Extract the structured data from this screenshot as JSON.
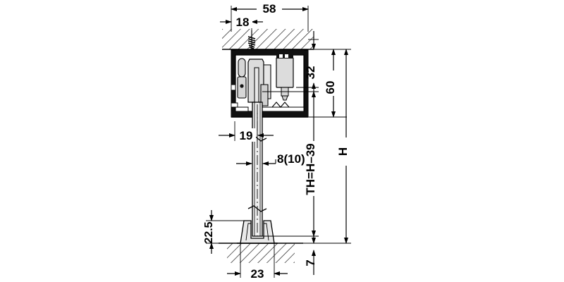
{
  "drawing": {
    "title": "Sliding door fitting cross-section",
    "type": "technical-drawing",
    "units": "mm",
    "line_color": "#000000",
    "hatch_color": "#1a1a1a",
    "profile_dark_color": "#000000",
    "fill_light_color": "#e2e2e2",
    "fill_mid_color": "#c9c9c9",
    "background": "#ffffff"
  },
  "dimensions": {
    "top": [
      {
        "id": "d58",
        "label": "58",
        "orientation": "horizontal"
      },
      {
        "id": "d18",
        "label": "18",
        "orientation": "horizontal"
      }
    ],
    "right": [
      {
        "id": "d32",
        "label": "32",
        "orientation": "vertical"
      },
      {
        "id": "d60",
        "label": "60",
        "orientation": "vertical"
      },
      {
        "id": "dth",
        "label": "TH=H–39",
        "orientation": "vertical"
      },
      {
        "id": "dh",
        "label": "H",
        "orientation": "vertical"
      },
      {
        "id": "d7",
        "label": "7",
        "orientation": "vertical"
      }
    ],
    "left": [
      {
        "id": "d19",
        "label": "19",
        "orientation": "horizontal"
      },
      {
        "id": "d225",
        "label": "22.5",
        "orientation": "vertical"
      }
    ],
    "middle": [
      {
        "id": "d810",
        "label": "8(10)",
        "orientation": "horizontal"
      }
    ],
    "bottom": [
      {
        "id": "d23",
        "label": "23",
        "orientation": "horizontal"
      }
    ]
  },
  "components": {
    "ceiling": "ceiling-hatching",
    "floor": "floor-hatching",
    "track": "track-profile",
    "carriage": "roller-carriage",
    "stopper": "end-stop-buffer",
    "fixing_screw": "ceiling-fixing-screw",
    "door_panel": "door-panel-section",
    "floor_guide": "floor-guide-channel",
    "break_line_upper": "break-line-upper",
    "break_line_lower": "break-line-lower",
    "centre_line": "door-centre-line"
  }
}
